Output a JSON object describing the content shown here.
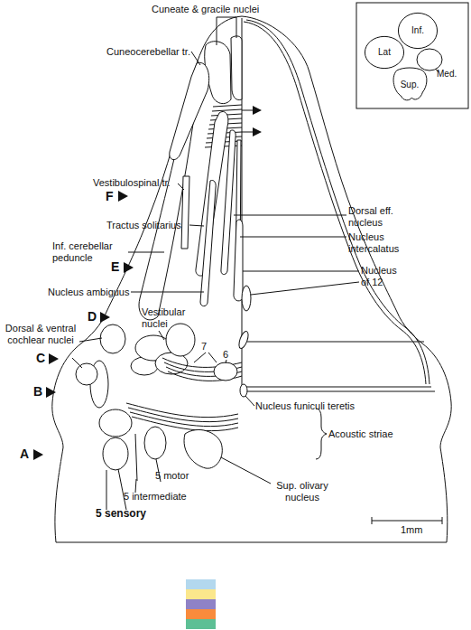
{
  "diagram": {
    "nodes": [
      {
        "text": [
          "Inf."
        ]
      },
      {
        "text": [
          "Lat"
        ]
      },
      {
        "text": [
          "Sup."
        ]
      }
    ],
    "labels": [
      "Cuneate & gracile nuclei",
      "Cuneocerebellar tr.",
      "F",
      "Vestibulospinal tr.",
      "Dorsal eff. nucleus",
      "Nucleus intercalatus",
      "Tractus solitarius",
      "E",
      "Inf. cerebellar peduncle",
      "Nucleus of 12",
      "Nucleus ambiguus",
      "D",
      "Vestibular nuclei",
      "Dorsal & ventral cochlear nuclei",
      "C",
      "7",
      "6",
      "B",
      "Nucleus funiculi teretis",
      "A",
      "Acoustic striae",
      "5 motor",
      "5 intermediate",
      "Sup. olivary nucleus",
      "5 sensory",
      "1mm",
      "Med."
    ]
  }
}
